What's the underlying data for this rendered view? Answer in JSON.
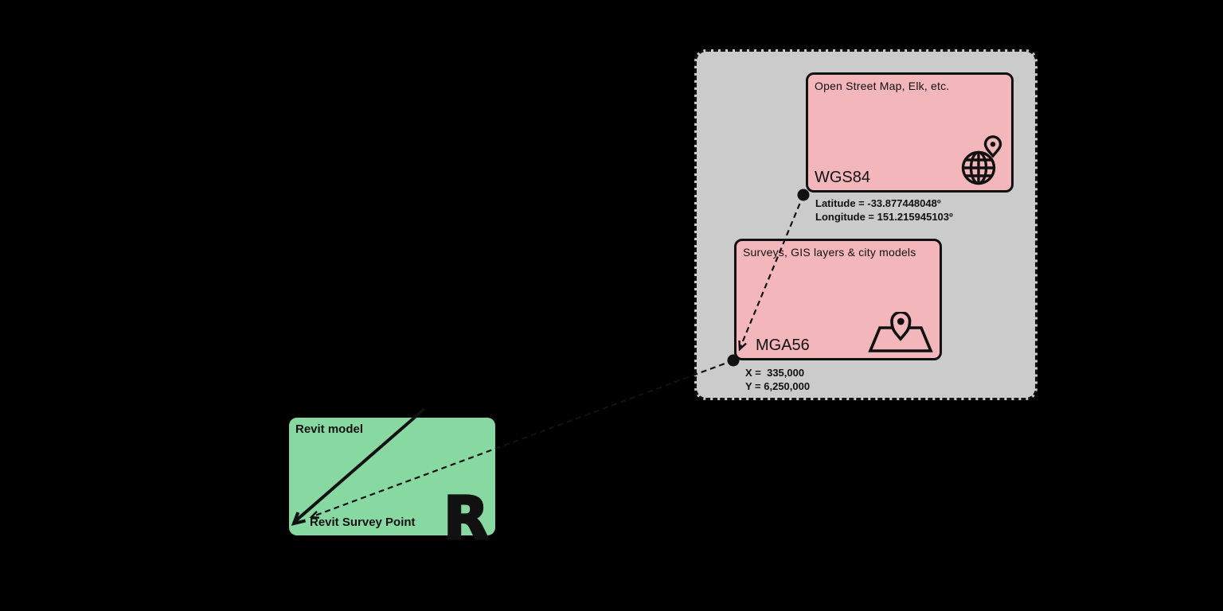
{
  "colors": {
    "background": "#000000",
    "container_fill": "#cbcbcb",
    "box_pink": "#f3b6bb",
    "box_green": "#87d9a1",
    "ink": "#111111"
  },
  "gis_container": {
    "wgs84": {
      "title": "Open Street Map, Elk, etc.",
      "label": "WGS84",
      "icon": "globe-location-icon",
      "coords": {
        "line1": "Latitude = -33.877448048º",
        "line2": "Longitude = 151.215945103º"
      }
    },
    "mga56": {
      "title": "Surveys, GIS layers & city models",
      "label": "MGA56",
      "icon": "map-location-icon",
      "coords": {
        "line1": "X =  335,000",
        "line2": "Y = 6,250,000"
      }
    }
  },
  "revit": {
    "title": "Revit model",
    "survey_point_label": "Revit Survey Point",
    "logo_letter": "R"
  }
}
